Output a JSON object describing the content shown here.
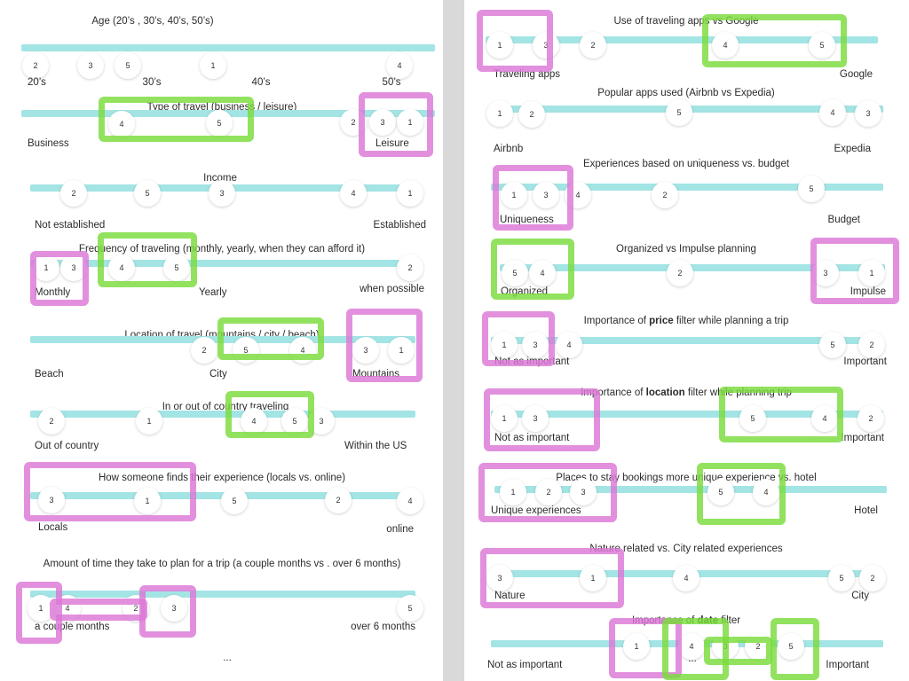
{
  "left": {
    "scales": [
      {
        "id": "age",
        "title": "Age (20’s , 30’s, 40’s, 50’s)",
        "dots": [
          "2",
          "3",
          "5",
          "1",
          "4"
        ],
        "labels": [
          "20’s",
          "30’s",
          "40’s",
          "50’s"
        ]
      },
      {
        "id": "type",
        "title": "Type of travel (business / leisure)",
        "dots": [
          "4",
          "5",
          "2",
          "3",
          "1"
        ],
        "labels": [
          "Business",
          "Leisure"
        ]
      },
      {
        "id": "income",
        "title": "Income",
        "dots": [
          "2",
          "5",
          "3",
          "4",
          "1"
        ],
        "labels": [
          "Not established",
          "Established"
        ]
      },
      {
        "id": "frequency",
        "title": "Frequency of traveling (monthly, yearly, when they can afford it)",
        "dots": [
          "1",
          "3",
          "4",
          "5",
          "2"
        ],
        "labels": [
          "Monthly",
          "Yearly",
          "when possible"
        ]
      },
      {
        "id": "location",
        "title": "Location of travel (mountains / city / beach)",
        "dots": [
          "2",
          "5",
          "4",
          "3",
          "1"
        ],
        "labels": [
          "Beach",
          "City",
          "Mountains"
        ]
      },
      {
        "id": "inout",
        "title": "In or out of country traveling",
        "dots": [
          "2",
          "1",
          "4",
          "5",
          "3"
        ],
        "labels": [
          "Out of country",
          "Within the US"
        ]
      },
      {
        "id": "finds",
        "title": "How someone finds their experience (locals vs. online)",
        "dots": [
          "3",
          "1",
          "5",
          "2",
          "4"
        ],
        "labels": [
          "Locals",
          "online"
        ]
      },
      {
        "id": "plantime",
        "title": "Amount of time they take to plan for a trip (a couple months vs . over 6 months)",
        "dots": [
          "1",
          "4",
          "2",
          "3",
          "5"
        ],
        "labels": [
          "a couple months",
          "over 6 months"
        ]
      }
    ],
    "ellipsis": "..."
  },
  "right": {
    "scales": [
      {
        "id": "apps",
        "title": "Use of traveling apps vs Google",
        "dots": [
          "1",
          "3",
          "2",
          "4",
          "5"
        ],
        "labels": [
          "Traveling apps",
          "Google"
        ]
      },
      {
        "id": "popular",
        "title": "Popular apps used  (Airbnb vs Expedia)",
        "dots": [
          "1",
          "2",
          "5",
          "4",
          "3"
        ],
        "labels": [
          "Airbnb",
          "Expedia"
        ]
      },
      {
        "id": "unique",
        "title": "Experiences based on uniqueness vs. budget",
        "dots": [
          "1",
          "3",
          "4",
          "2",
          "5"
        ],
        "labels": [
          "Uniqueness",
          "Budget"
        ]
      },
      {
        "id": "organized",
        "title": "Organized vs Impulse planning",
        "dots": [
          "5",
          "4",
          "2",
          "3",
          "1"
        ],
        "labels": [
          "Organized",
          "Impulse"
        ]
      },
      {
        "id": "price",
        "title_pre": "Importance of ",
        "title_bold": "price",
        "title_post": " filter while planning a trip",
        "dots": [
          "1",
          "3",
          "4",
          "5",
          "2"
        ],
        "labels": [
          "Not as important",
          "Important"
        ]
      },
      {
        "id": "locfilter",
        "title_pre": "Importance of ",
        "title_bold": "location",
        "title_post": " filter while planning trip",
        "dots": [
          "1",
          "3",
          "5",
          "4",
          "2"
        ],
        "labels": [
          "Not as important",
          "Important"
        ]
      },
      {
        "id": "stay",
        "title": "Places to stay bookings more unique experience vs. hotel",
        "dots": [
          "1",
          "2",
          "3",
          "5",
          "4"
        ],
        "labels": [
          "Unique experiences",
          "Hotel"
        ]
      },
      {
        "id": "nature",
        "title": "Nature related vs. City related experiences",
        "dots": [
          "3",
          "1",
          "4",
          "5",
          "2"
        ],
        "labels": [
          "Nature",
          "City"
        ]
      },
      {
        "id": "date",
        "title_pre": "Importance of ",
        "title_bold": "date",
        "title_post": " filter",
        "dots": [
          "1",
          "4",
          "3",
          "2",
          "5"
        ],
        "labels": [
          "Not as important",
          "...",
          "Important"
        ]
      }
    ]
  },
  "colors": {
    "bar": "#a3e4e4",
    "pink": "#dc78d7",
    "green": "#7adc3c"
  }
}
